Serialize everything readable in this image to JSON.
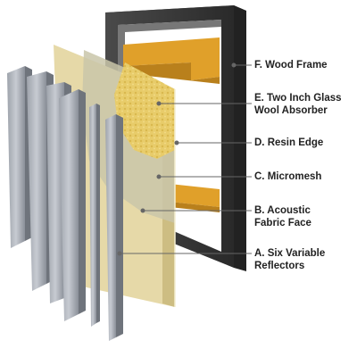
{
  "callouts": [
    {
      "id": "wood-frame",
      "lines": [
        "F. Wood Frame"
      ]
    },
    {
      "id": "glass-wool",
      "lines": [
        "E. Two Inch Glass",
        "Wool Absorber"
      ]
    },
    {
      "id": "resin-edge",
      "lines": [
        "D. Resin Edge"
      ]
    },
    {
      "id": "micromesh",
      "lines": [
        "C. Micromesh"
      ]
    },
    {
      "id": "fabric-face",
      "lines": [
        "B. Acoustic",
        "Fabric Face"
      ]
    },
    {
      "id": "reflectors",
      "lines": [
        "A. Six Variable",
        "Reflectors"
      ]
    }
  ],
  "colors": {
    "frame_dark": "#3a3a3a",
    "frame_inner": "#555555",
    "wood_strip": "#e0a02a",
    "fabric": "#e6d9a8",
    "fabric_shade": "#d9c98e",
    "wool": "#e8cc6a",
    "mesh": "#c9c6a9",
    "reflector_light": "#b8bcc4",
    "reflector_dark": "#8a8f98",
    "leader": "#666666"
  }
}
